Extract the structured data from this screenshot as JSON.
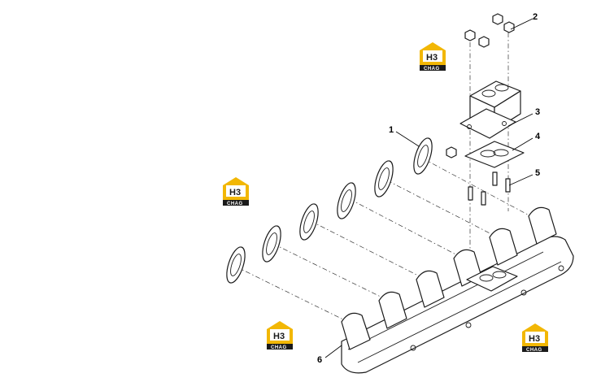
{
  "callouts": [
    {
      "id": "1",
      "label": "1"
    },
    {
      "id": "2",
      "label": "2"
    },
    {
      "id": "3",
      "label": "3"
    },
    {
      "id": "4",
      "label": "4"
    },
    {
      "id": "5",
      "label": "5"
    },
    {
      "id": "6",
      "label": "6"
    }
  ],
  "watermark": {
    "letter": "H3",
    "brand": "CHAG",
    "colors": {
      "yellow": "#f2b705",
      "dark": "#1a1a1a"
    }
  }
}
